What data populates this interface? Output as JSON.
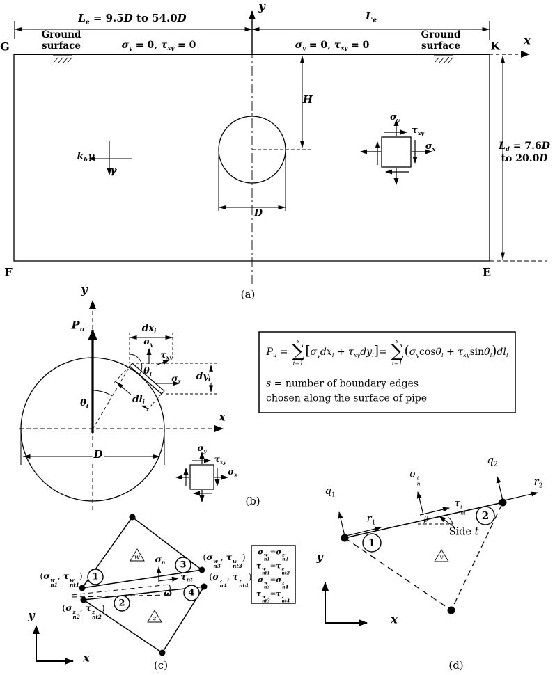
{
  "colors": {
    "ink": "#000000",
    "background": "#ffffff"
  },
  "panel_a": {
    "caption": "(a)",
    "corners": {
      "g": "G",
      "k": "K",
      "f": "F",
      "e": "E"
    },
    "axis_x": [
      {
        "t": "x",
        "s": "bi"
      }
    ],
    "axis_y": [
      {
        "t": "y",
        "s": "bi"
      }
    ],
    "le_left": [
      {
        "t": "L",
        "s": "bi"
      },
      {
        "t": "e",
        "s": "sub bi"
      },
      {
        "t": " = 9.5",
        "s": "b"
      },
      {
        "t": "D",
        "s": "bi"
      },
      {
        "t": " to 54.0",
        "s": "b"
      },
      {
        "t": "D",
        "s": "bi"
      }
    ],
    "le_right": [
      {
        "t": "L",
        "s": "bi"
      },
      {
        "t": "e",
        "s": "sub bi"
      }
    ],
    "ld": [
      {
        "t": "L",
        "s": "bi"
      },
      {
        "t": "d",
        "s": "sub bi"
      },
      {
        "t": " = 7.6",
        "s": "b"
      },
      {
        "t": "D",
        "s": "bi"
      },
      {
        "s": "br"
      },
      {
        "t": "to 20.0",
        "s": "b"
      },
      {
        "t": "D",
        "s": "bi"
      }
    ],
    "h": [
      {
        "t": "H",
        "s": "bi"
      }
    ],
    "d": [
      {
        "t": "D",
        "s": "bi"
      }
    ],
    "ground_left": [
      {
        "t": "Ground",
        "s": "b"
      },
      {
        "s": "br"
      },
      {
        "t": "surface",
        "s": "b"
      }
    ],
    "ground_right": [
      {
        "t": "Ground",
        "s": "b"
      },
      {
        "s": "br"
      },
      {
        "t": "surface",
        "s": "b"
      }
    ],
    "bc_left": [
      {
        "t": "σ",
        "s": "bi"
      },
      {
        "t": "y",
        "s": "sub bi"
      },
      {
        "t": " = 0, ",
        "s": "b"
      },
      {
        "t": "τ",
        "s": "bi"
      },
      {
        "t": "xy",
        "s": "sub bi"
      },
      {
        "t": " = 0",
        "s": "b"
      }
    ],
    "bc_right": [
      {
        "t": "σ",
        "s": "bi"
      },
      {
        "t": "y",
        "s": "sub bi"
      },
      {
        "t": " = 0, ",
        "s": "b"
      },
      {
        "t": "τ",
        "s": "bi"
      },
      {
        "t": "xy",
        "s": "sub bi"
      },
      {
        "t": " = 0",
        "s": "b"
      }
    ],
    "kh": [
      {
        "t": "k",
        "s": "bi"
      },
      {
        "t": "h",
        "s": "sub bi"
      },
      {
        "t": "γ",
        "s": "bi"
      }
    ],
    "gamma": [
      {
        "t": "γ",
        "s": "bi"
      }
    ],
    "sigma_y": [
      {
        "t": "σ",
        "s": "bi"
      },
      {
        "t": "y",
        "s": "sub bi"
      }
    ],
    "tau_xy": [
      {
        "t": "τ",
        "s": "bi"
      },
      {
        "t": "xy",
        "s": "sub bi"
      }
    ],
    "sigma_x": [
      {
        "t": "σ",
        "s": "bi"
      },
      {
        "t": "x",
        "s": "sub bi"
      }
    ]
  },
  "panel_b": {
    "caption": "(b)",
    "axis_x": [
      {
        "t": "x",
        "s": "bi"
      }
    ],
    "axis_y": [
      {
        "t": "y",
        "s": "bi"
      }
    ],
    "pu": [
      {
        "t": "P",
        "s": "bi"
      },
      {
        "t": "u",
        "s": "sub bi"
      }
    ],
    "dxi": [
      {
        "t": "dx",
        "s": "bi"
      },
      {
        "t": "i",
        "s": "sub bi"
      }
    ],
    "dyi": [
      {
        "t": "dy",
        "s": "bi"
      },
      {
        "t": "i",
        "s": "sub bi"
      }
    ],
    "dli": [
      {
        "t": "dl",
        "s": "bi"
      },
      {
        "t": "i",
        "s": "sub bi"
      }
    ],
    "theta_i": [
      {
        "t": "θ",
        "s": "bi"
      },
      {
        "t": "i",
        "s": "sub bi"
      }
    ],
    "d": [
      {
        "t": "D",
        "s": "bi"
      }
    ],
    "sigma_y": [
      {
        "t": "σ",
        "s": "bi"
      },
      {
        "t": "y",
        "s": "sub bi"
      }
    ],
    "tau_xy": [
      {
        "t": "τ",
        "s": "bi"
      },
      {
        "t": "xy",
        "s": "sub bi"
      }
    ],
    "sigma_x": [
      {
        "t": "σ",
        "s": "bi"
      },
      {
        "t": "x",
        "s": "sub bi"
      }
    ],
    "equation": [
      {
        "t": "P",
        "s": "i"
      },
      {
        "t": "u",
        "s": "sub i"
      },
      {
        "t": " = ",
        "s": "n"
      },
      {
        "t": "s|∑|i=1",
        "s": "sum"
      },
      {
        "t": "[",
        "s": "n big"
      },
      {
        "t": "σ",
        "s": "i"
      },
      {
        "t": "y",
        "s": "sub i"
      },
      {
        "t": "dx",
        "s": "i"
      },
      {
        "t": "i",
        "s": "sub i"
      },
      {
        "t": " + ",
        "s": "n"
      },
      {
        "t": "τ",
        "s": "i"
      },
      {
        "t": "xy",
        "s": "sub i"
      },
      {
        "t": "dy",
        "s": "i"
      },
      {
        "t": "i",
        "s": "sub i"
      },
      {
        "t": "]",
        "s": "n big"
      },
      {
        "t": "= ",
        "s": "n"
      },
      {
        "t": "s|∑|i=1",
        "s": "sum"
      },
      {
        "t": "(",
        "s": "n big"
      },
      {
        "t": "σ",
        "s": "i"
      },
      {
        "t": "y",
        "s": "sub i"
      },
      {
        "t": "cos",
        "s": "n"
      },
      {
        "t": "θ",
        "s": "i"
      },
      {
        "t": "i",
        "s": "sub i"
      },
      {
        "t": " + ",
        "s": "n"
      },
      {
        "t": "τ",
        "s": "i"
      },
      {
        "t": "xy",
        "s": "sub i"
      },
      {
        "t": "sin",
        "s": "n"
      },
      {
        "t": "θ",
        "s": "i"
      },
      {
        "t": "i",
        "s": "sub i"
      },
      {
        "t": ")",
        "s": "n big"
      },
      {
        "t": "dl",
        "s": "i"
      },
      {
        "t": "i",
        "s": "sub i"
      }
    ],
    "note_line1": [
      {
        "t": "s",
        "s": "i"
      },
      {
        "t": " = number of boundary edges",
        "s": "n"
      }
    ],
    "note_line2": [
      {
        "t": "chosen along the surface of pipe",
        "s": "n"
      }
    ]
  },
  "panel_c": {
    "caption": "(c)",
    "axis_x": [
      {
        "t": "x",
        "s": "bi"
      }
    ],
    "axis_y": [
      {
        "t": "y",
        "s": "bi"
      }
    ],
    "node1_label": [
      {
        "t": "(",
        "s": "n"
      },
      {
        "t": "σ",
        "s": "bi"
      },
      {
        "t": "w|n1",
        "s": "stk bi"
      },
      {
        "t": ", ",
        "s": "n"
      },
      {
        "t": "τ",
        "s": "bi"
      },
      {
        "t": "w|nt1",
        "s": "stk bi"
      },
      {
        "t": ")",
        "s": "n"
      }
    ],
    "node2_label": [
      {
        "t": "(",
        "s": "n"
      },
      {
        "t": "σ",
        "s": "bi"
      },
      {
        "t": "z|n2",
        "s": "stk bi"
      },
      {
        "t": ", ",
        "s": "n"
      },
      {
        "t": "τ",
        "s": "bi"
      },
      {
        "t": "z|nt2",
        "s": "stk bi"
      },
      {
        "t": ")",
        "s": "n"
      }
    ],
    "node3_label": [
      {
        "t": "(",
        "s": "n"
      },
      {
        "t": "σ",
        "s": "bi"
      },
      {
        "t": "w|n3",
        "s": "stk bi"
      },
      {
        "t": ", ",
        "s": "n"
      },
      {
        "t": "τ",
        "s": "bi"
      },
      {
        "t": "w|nt3",
        "s": "stk bi"
      },
      {
        "t": ")",
        "s": "n"
      }
    ],
    "node4_label": [
      {
        "t": "(",
        "s": "n"
      },
      {
        "t": "σ",
        "s": "bi"
      },
      {
        "t": "z|n4",
        "s": "stk bi"
      },
      {
        "t": ", ",
        "s": "n"
      },
      {
        "t": "τ",
        "s": "bi"
      },
      {
        "t": "z|nt4",
        "s": "stk bi"
      },
      {
        "t": ")",
        "s": "n"
      }
    ],
    "sigma_n": [
      {
        "t": "σ",
        "s": "bi"
      },
      {
        "t": "n",
        "s": "sub bi"
      }
    ],
    "tau_nt": [
      {
        "t": "τ",
        "s": "bi"
      },
      {
        "t": "nt",
        "s": "sub bi"
      }
    ],
    "omega": [
      {
        "t": "ω",
        "s": "bi"
      }
    ],
    "tri_w": [
      {
        "t": "w",
        "s": "i"
      }
    ],
    "tri_z": [
      {
        "t": "z",
        "s": "i"
      }
    ],
    "badges": [
      "1",
      "2",
      "3",
      "4"
    ],
    "box_line1": [
      {
        "t": "σ",
        "s": "bi"
      },
      {
        "t": "w|n1",
        "s": "stk bi"
      },
      {
        "t": "=",
        "s": "n"
      },
      {
        "t": "σ",
        "s": "bi"
      },
      {
        "t": "z|n2",
        "s": "stk bi"
      }
    ],
    "box_line2": [
      {
        "t": "τ",
        "s": "bi"
      },
      {
        "t": "w|nt1",
        "s": "stk bi"
      },
      {
        "t": "=",
        "s": "n"
      },
      {
        "t": "τ",
        "s": "bi"
      },
      {
        "t": "z|nt2",
        "s": "stk bi"
      }
    ],
    "box_line3": [
      {
        "t": "σ",
        "s": "bi"
      },
      {
        "t": "w|n3",
        "s": "stk bi"
      },
      {
        "t": "=",
        "s": "n"
      },
      {
        "t": "σ",
        "s": "bi"
      },
      {
        "t": "z|n4",
        "s": "stk bi"
      }
    ],
    "box_line4": [
      {
        "t": "τ",
        "s": "bi"
      },
      {
        "t": "w|nt3",
        "s": "stk bi"
      },
      {
        "t": "=",
        "s": "n"
      },
      {
        "t": "τ",
        "s": "bi"
      },
      {
        "t": "z|nt4",
        "s": "stk bi"
      }
    ]
  },
  "panel_d": {
    "caption": "(d)",
    "axis_x": [
      {
        "t": "x",
        "s": "bi"
      }
    ],
    "axis_y": [
      {
        "t": "y",
        "s": "bi"
      }
    ],
    "q1": [
      {
        "t": "q",
        "s": "i"
      },
      {
        "t": "1",
        "s": "sub"
      }
    ],
    "q2": [
      {
        "t": "q",
        "s": "i"
      },
      {
        "t": "2",
        "s": "sub"
      }
    ],
    "r1": [
      {
        "t": "r",
        "s": "i"
      },
      {
        "t": "1",
        "s": "sub"
      }
    ],
    "r2": [
      {
        "t": "r",
        "s": "i"
      },
      {
        "t": "2",
        "s": "sub"
      }
    ],
    "sigma_n_t": [
      {
        "t": "σ",
        "s": "i"
      },
      {
        "t": "t|n",
        "s": "stk i"
      }
    ],
    "tau_nt_t": [
      {
        "t": "τ",
        "s": "i"
      },
      {
        "t": "t|nt",
        "s": "stk i"
      }
    ],
    "beta": [
      {
        "t": "β",
        "s": "i"
      }
    ],
    "side_t": [
      {
        "t": "Side ",
        "s": "n"
      },
      {
        "t": "t",
        "s": "i"
      }
    ],
    "tri_v": [
      {
        "t": "v",
        "s": "i"
      }
    ],
    "badges": [
      "1",
      "2"
    ]
  }
}
